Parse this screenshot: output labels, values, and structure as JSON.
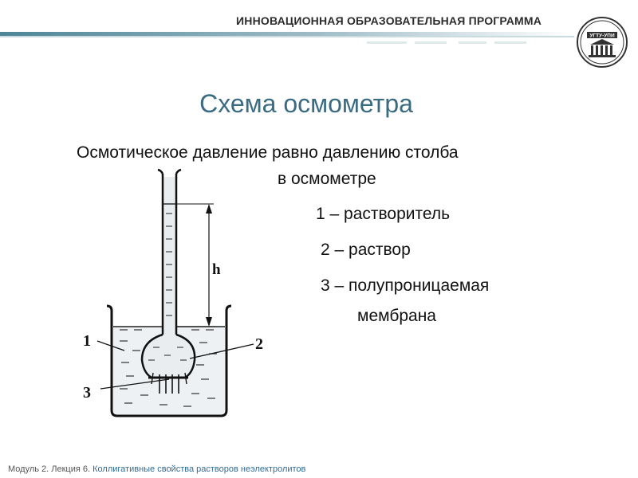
{
  "header": {
    "program": "ИННОВАЦИОННАЯ ОБРАЗОВАТЕЛЬНАЯ ПРОГРАММА",
    "logo_text": "УГТУ-УПИ"
  },
  "slide": {
    "title": "Схема осмометра",
    "statement_line1": "Осмотическое давление равно давлению столба",
    "statement_line2_visible": "в осмометре",
    "legend": [
      "1 – растворитель",
      "2 – раствор",
      "3 – полупроницаемая",
      "мембрана"
    ]
  },
  "diagram": {
    "labels": {
      "solvent": "1",
      "solution": "2",
      "membrane": "3",
      "height": "h"
    }
  },
  "footer": {
    "module": "Модуль 2. Лекция 6.",
    "topic": "Коллигативные свойства растворов неэлектролитов"
  },
  "colors": {
    "title": "#3a6b82",
    "header_band": "#5f8fa0",
    "footer_topic": "#2f6d96"
  }
}
